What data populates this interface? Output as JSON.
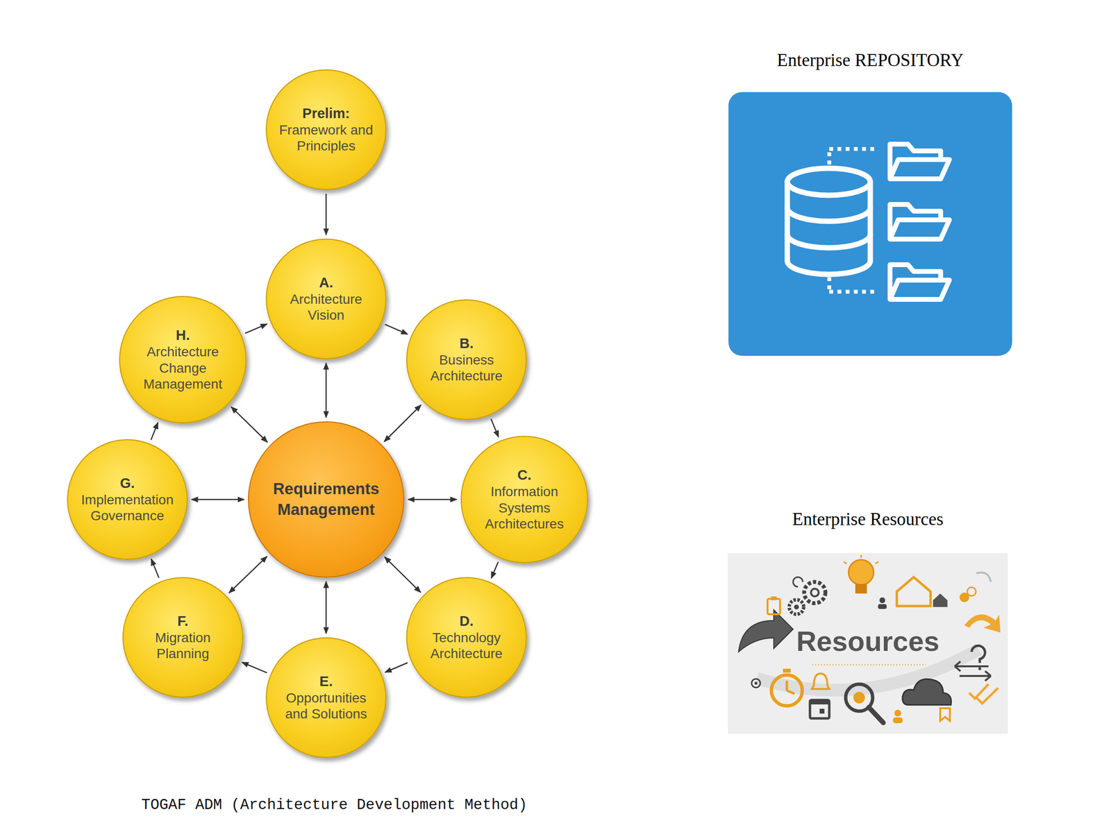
{
  "diagram": {
    "caption": "TOGAF ADM (Architecture Development Method)",
    "nodes": [
      {
        "text": [
          "Prelim:",
          "Framework and Principles"
        ]
      },
      {
        "text": [
          "A.",
          "Architecture Vision"
        ]
      },
      {
        "text": [
          "B.",
          "Business Architecture"
        ]
      },
      {
        "text": [
          "C.",
          "Information Systems Architectures"
        ]
      },
      {
        "text": [
          "D.",
          "Technology Architecture"
        ]
      },
      {
        "text": [
          "E.",
          "Opportunities and Solutions"
        ]
      },
      {
        "text": [
          "F.",
          "Migration Planning"
        ]
      },
      {
        "text": [
          "G.",
          "Implementation Governance"
        ]
      },
      {
        "text": [
          "H.",
          "Architecture Change Management"
        ]
      },
      {
        "text": [
          "Requirements Management"
        ]
      },
      {
        "text": [
          "Enterprise REPOSITORY"
        ]
      },
      {
        "text": [
          "Enterprise Resources",
          "Resources"
        ]
      }
    ],
    "edges": [
      {
        "from": 0,
        "to": 1,
        "arrow": "to"
      },
      {
        "from": 1,
        "to": 2,
        "arrow": "to"
      },
      {
        "from": 2,
        "to": 3,
        "arrow": "to"
      },
      {
        "from": 3,
        "to": 4,
        "arrow": "to"
      },
      {
        "from": 4,
        "to": 5,
        "arrow": "to"
      },
      {
        "from": 5,
        "to": 6,
        "arrow": "to"
      },
      {
        "from": 6,
        "to": 7,
        "arrow": "to"
      },
      {
        "from": 7,
        "to": 8,
        "arrow": "to"
      },
      {
        "from": 8,
        "to": 1,
        "arrow": "to"
      },
      {
        "from": 9,
        "to": 1,
        "arrow": "both"
      },
      {
        "from": 9,
        "to": 2,
        "arrow": "both"
      },
      {
        "from": 9,
        "to": 3,
        "arrow": "both"
      },
      {
        "from": 9,
        "to": 4,
        "arrow": "both"
      },
      {
        "from": 9,
        "to": 5,
        "arrow": "both"
      },
      {
        "from": 9,
        "to": 6,
        "arrow": "both"
      },
      {
        "from": 9,
        "to": 7,
        "arrow": "both"
      },
      {
        "from": 9,
        "to": 8,
        "arrow": "both"
      }
    ]
  }
}
